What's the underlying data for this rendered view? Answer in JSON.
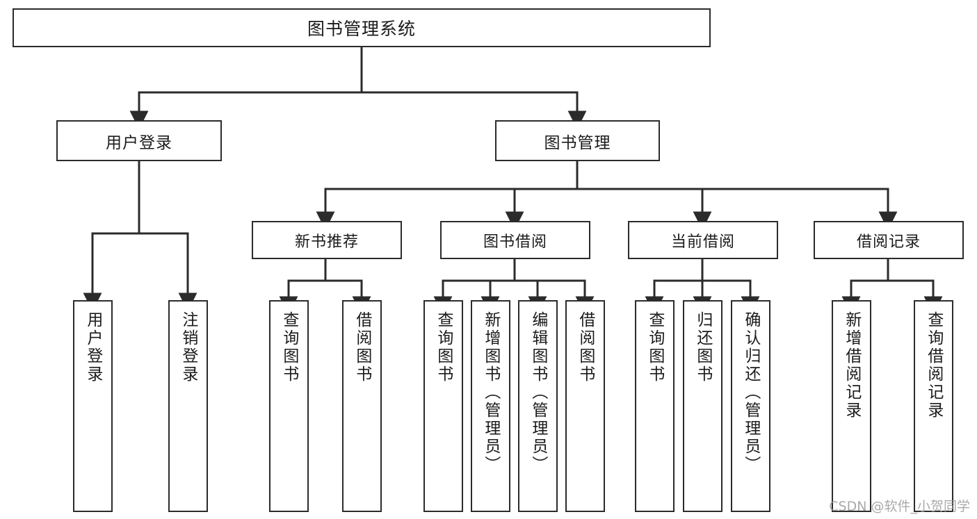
{
  "diagram": {
    "title": "图书管理系统",
    "type": "tree",
    "root": {
      "label": "图书管理系统"
    },
    "level2": [
      {
        "label": "用户登录"
      },
      {
        "label": "图书管理"
      }
    ],
    "level3": [
      {
        "label": "新书推荐",
        "parent": "图书管理"
      },
      {
        "label": "图书借阅",
        "parent": "图书管理"
      },
      {
        "label": "当前借阅",
        "parent": "图书管理"
      },
      {
        "label": "借阅记录",
        "parent": "图书管理"
      }
    ],
    "leaves": {
      "user_login": [
        {
          "label": "用户登录"
        },
        {
          "label": "注销登录"
        }
      ],
      "new_book_recommend": [
        {
          "label": "查询图书"
        },
        {
          "label": "借阅图书"
        }
      ],
      "book_borrow": [
        {
          "label": "查询图书"
        },
        {
          "label": "新增图书（管理员）"
        },
        {
          "label": "编辑图书（管理员）"
        },
        {
          "label": "借阅图书"
        }
      ],
      "current_borrow": [
        {
          "label": "查询图书"
        },
        {
          "label": "归还图书"
        },
        {
          "label": "确认归还（管理员）"
        }
      ],
      "borrow_record": [
        {
          "label": "新增借阅记录"
        },
        {
          "label": "查询借阅记录"
        }
      ]
    }
  },
  "watermark": {
    "text": "CSDN @软件_小贺同学"
  },
  "colors": {
    "stroke": "#2b2b2b",
    "fill": "#ffffff",
    "text": "#1b1b1b",
    "watermark": "#9b9b9b"
  }
}
